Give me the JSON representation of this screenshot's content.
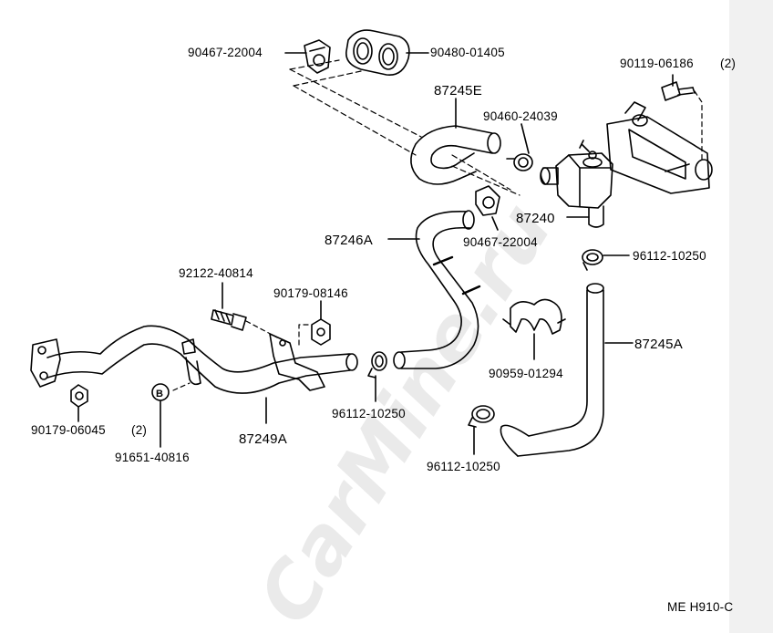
{
  "watermark": "CarMine.ru",
  "diagram_code": "ME H910-C",
  "parts": {
    "clip_top": "90467-22004",
    "grommet": "90480-01405",
    "hose_e": "87245E",
    "clamp_1": "90460-24039",
    "bolt_top_right": "90119-06186",
    "bolt_top_right_qty": "(2)",
    "valve": "87240",
    "clip_mid": "90467-22004",
    "hose_a_upper": "87246A",
    "clamp_right": "96112-10250",
    "bolt_left": "92122-40814",
    "nut_mid": "90179-08146",
    "hose_a_right": "87245A",
    "clip_double": "90959-01294",
    "nut_left": "90179-06045",
    "nut_left_qty": "(2)",
    "pipe": "87249A",
    "clamp_mid": "96112-10250",
    "bolt_b": "91651-40816",
    "clamp_bottom": "96112-10250",
    "callout_b": "B"
  }
}
